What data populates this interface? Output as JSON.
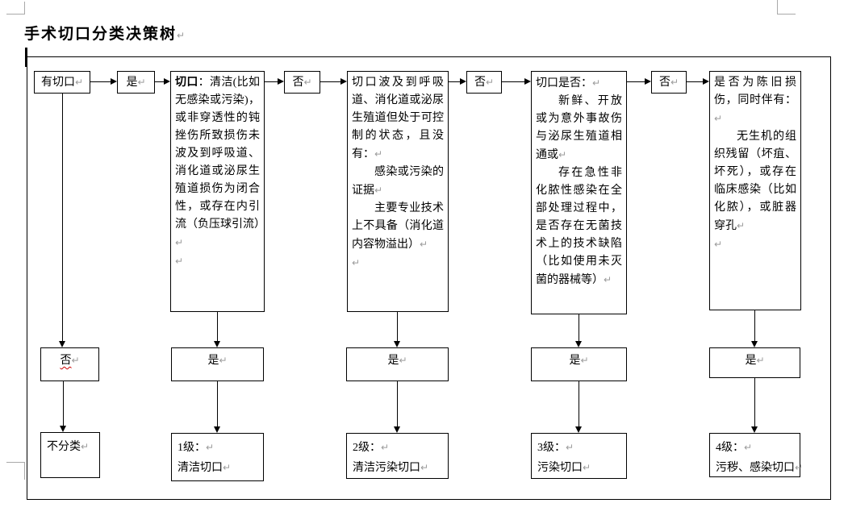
{
  "title": "手术切口分类决策树",
  "marks": {
    "pilcrow": "↵"
  },
  "labels": {
    "start": "有切口",
    "yes": "是",
    "no": "否",
    "unclassified": "不分类"
  },
  "decisions": {
    "d1": {
      "lead": "切口",
      "body": "：清洁(比如无感染或污染)，或非穿透性的钝挫伤所致损伤未波及到呼吸道、消化道或泌尿生殖道损伤为闭合性，或存在内引流（负压球引流）"
    },
    "d2": {
      "p1": "切口波及到呼吸道、消化道或泌尿生殖道但处于可控制的状态，且没有：",
      "p2": "感染或污染的证据",
      "p3": "主要专业技术上不具备（消化道内容物溢出）"
    },
    "d3": {
      "p1": "切口是否：",
      "p2": "新鲜、开放或为意外事故伤与泌尿生殖道相通或",
      "p3": "存在急性非化脓性感染在全部处理过程中，是否存在无菌技术上的技术缺陷（比如使用未灭菌的器械等）"
    },
    "d4": {
      "p1": "是否为陈旧损伤，同时伴有：",
      "p2": "无生机的组织残留（坏疽、坏死），或存在临床感染（比如化脓），或脏器穿孔"
    }
  },
  "results": {
    "r1": {
      "grade": "1级：",
      "name": "清洁切口"
    },
    "r2": {
      "grade": "2级：",
      "name": "清洁污染切口"
    },
    "r3": {
      "grade": "3级：",
      "name": "污染切口"
    },
    "r4": {
      "grade": "4级：",
      "name": "污秽、感染切口"
    }
  },
  "colors": {
    "line": "#000000",
    "pilcrow_gray": "#9b9b9b",
    "spellcheck_red": "#cc0000",
    "margin_mark_gray": "#a9a9a9"
  }
}
